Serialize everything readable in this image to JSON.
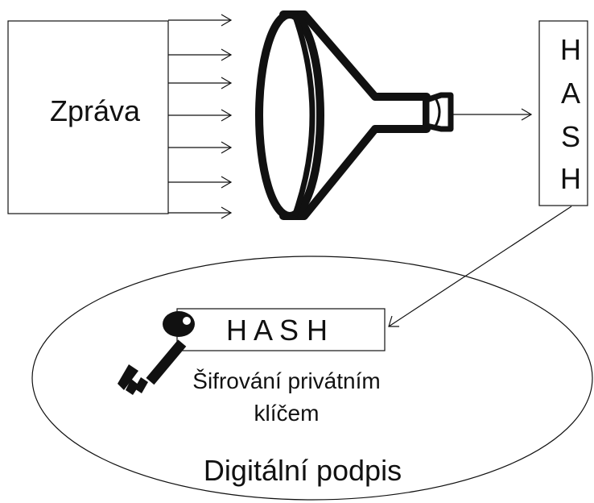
{
  "message": {
    "label": "Zpráva"
  },
  "hash_box": {
    "letters": [
      "H",
      "A",
      "S",
      "H"
    ]
  },
  "signature": {
    "hash_label": "H A S H",
    "encryption_line1": "Šifrování privátním",
    "encryption_line2": "klíčem",
    "title": "Digitální podpis"
  },
  "icons": [
    "funnel-icon",
    "key-icon"
  ],
  "colors": {
    "stroke": "#111111",
    "background": "#ffffff"
  }
}
